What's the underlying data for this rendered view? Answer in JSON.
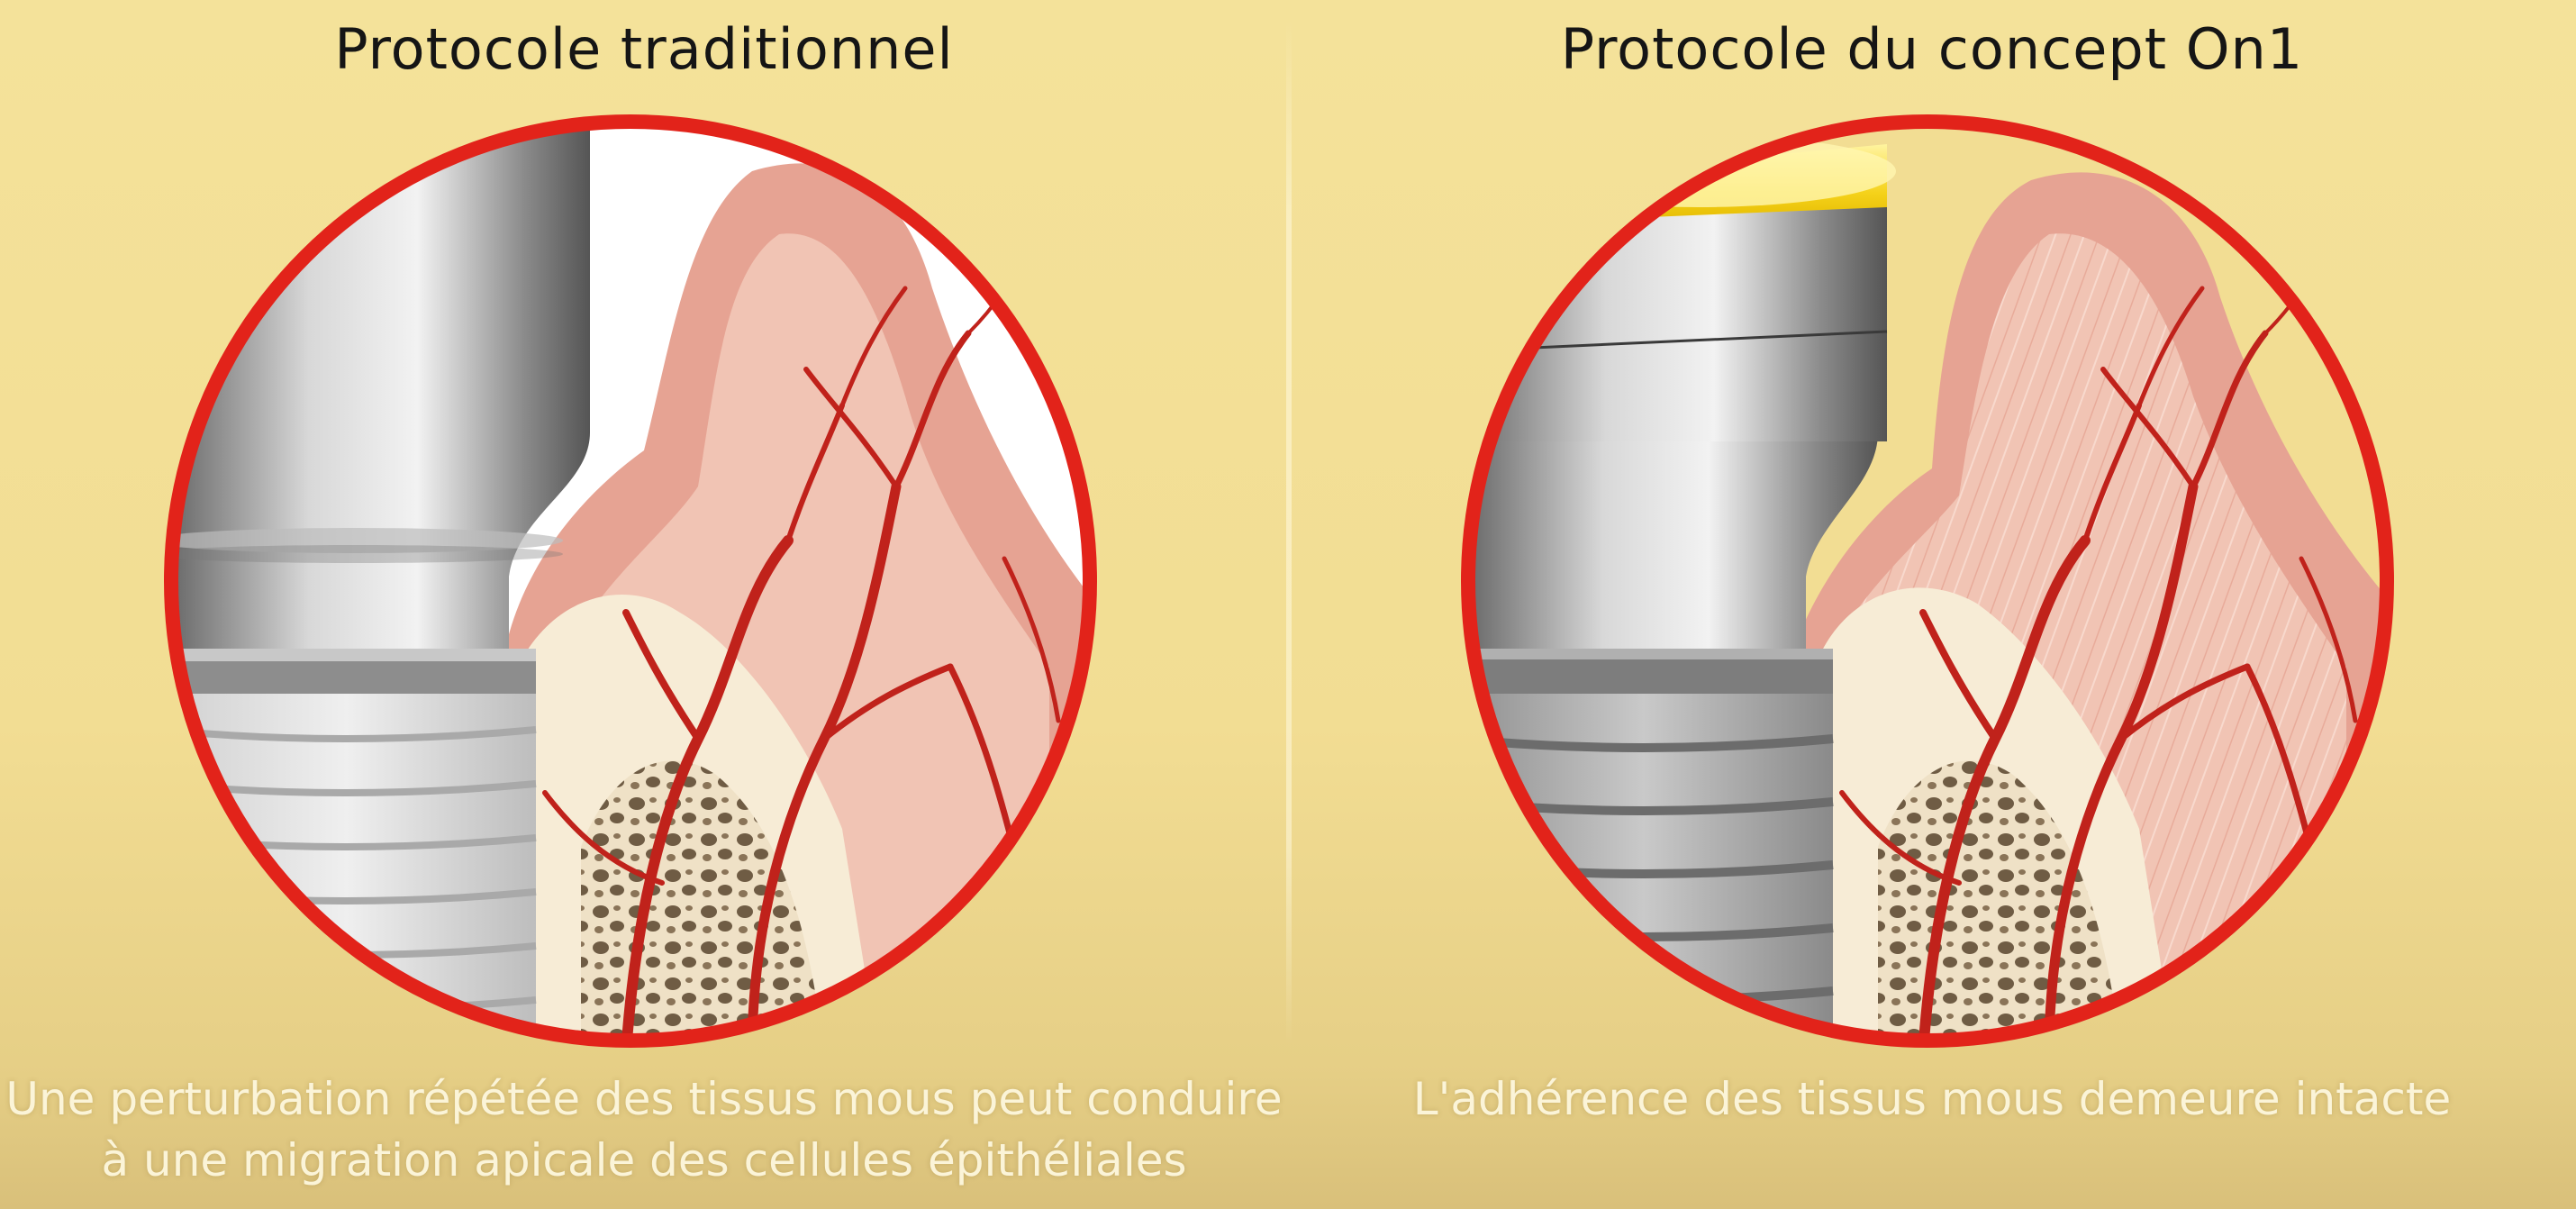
{
  "left_panel": {
    "title": "Protocole traditionnel",
    "caption_line1": "Une perturbation répétée des tissus mous peut conduire",
    "caption_line2": "à une migration apicale des cellules épithéliales"
  },
  "right_panel": {
    "title": "Protocole du concept On1",
    "caption_line1": "L'adhérence des tissus mous demeure intacte"
  },
  "colors": {
    "background": "#f2dd93",
    "ring": "#e2231a",
    "caption_text": "#fbf4d8",
    "gum": "#e9a99a",
    "bone": "#f6ead2",
    "vessel": "#c0221b",
    "metal": "#9a9a9a",
    "yellow_cap": "#f5d21a"
  }
}
